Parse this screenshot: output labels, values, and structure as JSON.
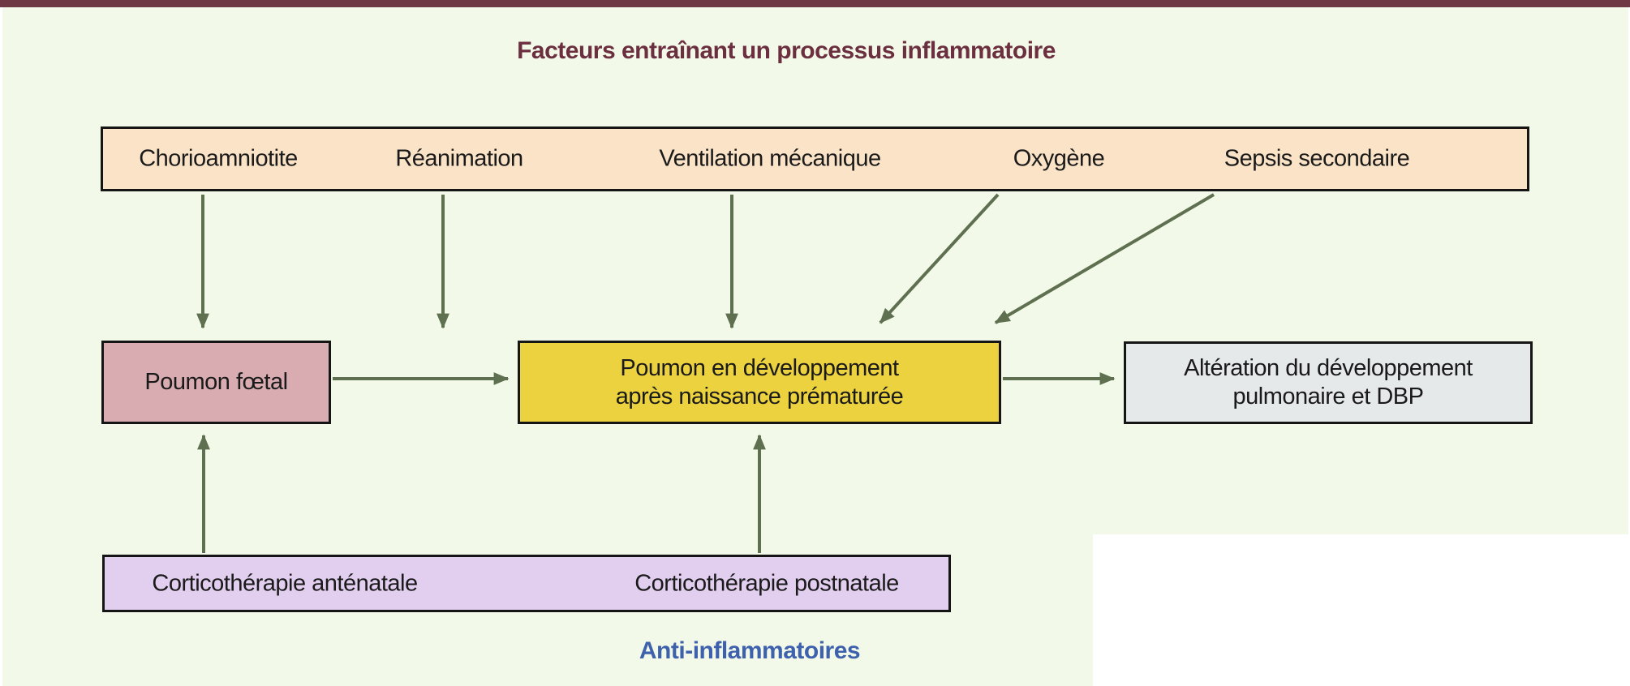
{
  "title": "Facteurs entraînant un processus inflammatoire",
  "factors": {
    "items": [
      {
        "label": "Chorioamniotite"
      },
      {
        "label": "Réanimation"
      },
      {
        "label": "Ventilation mécanique"
      },
      {
        "label": "Oxygène"
      },
      {
        "label": "Sepsis secondaire"
      }
    ]
  },
  "nodes": {
    "fetal_lung": "Poumon fœtal",
    "developing_lung_line1": "Poumon en développement",
    "developing_lung_line2": "après naissance prématurée",
    "alteration_line1": "Altération du développement",
    "alteration_line2": "pulmonaire et DBP",
    "therapy_antenatal": "Corticothérapie anténatale",
    "therapy_postnatal": "Corticothérapie postnatale"
  },
  "footer_label": "Anti-inflammatoires",
  "colors": {
    "accent_bar": "#6e3743",
    "background": "#f3f9e8",
    "factors_box_fill": "#fae3c6",
    "fetal_lung_fill": "#d9acb2",
    "developing_lung_fill": "#ebd23e",
    "alteration_fill": "#e6e9ea",
    "therapy_fill": "#e2cff0",
    "arrow": "#5e7050",
    "title_text": "#6b2f40",
    "footer_text": "#3e61ad",
    "box_border": "#151515"
  }
}
